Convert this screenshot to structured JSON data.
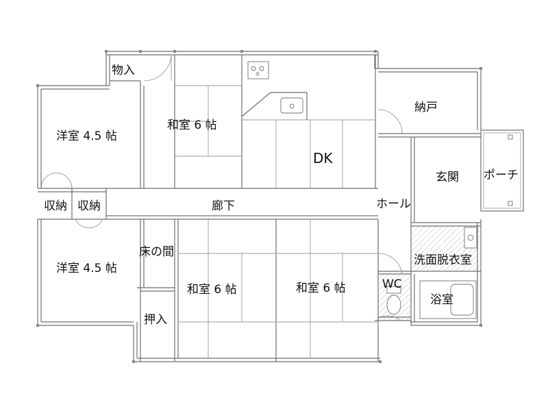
{
  "floor_plan": {
    "rooms": {
      "monoire": "物入",
      "youshitsu_top": "洋室 4.5 帖",
      "washitsu_top": "和室 6 帖",
      "dk": "DK",
      "nando": "納戸",
      "genkan": "玄関",
      "porch": "ポーチ",
      "shuno_left": "収納",
      "shuno_right": "収納",
      "rouka": "廊下",
      "hall": "ホール",
      "tokonoma": "床の間",
      "youshitsu_bottom": "洋室 4.5 帖",
      "washitsu_mid": "和室 6 帖",
      "washitsu_right": "和室 6 帖",
      "senmen": "洗面脱衣室",
      "wc": "WC",
      "yokushitsu": "浴室",
      "oshiire": "押入"
    }
  }
}
